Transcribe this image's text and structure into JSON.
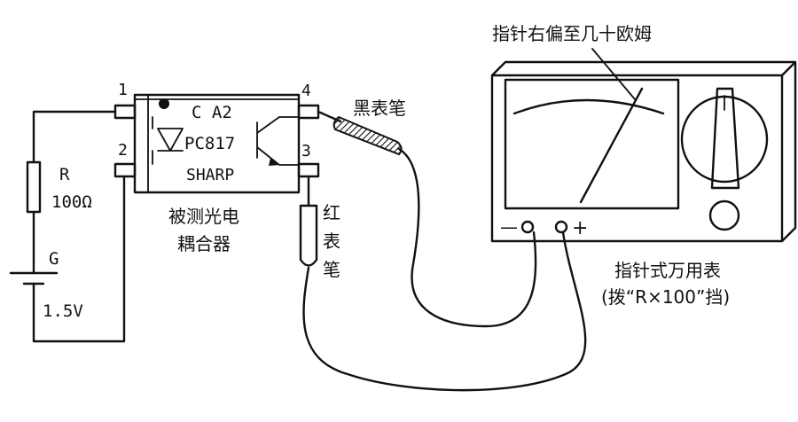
{
  "labels": {
    "pointer_note": "指针右偏至几十欧姆",
    "black_probe": "黑表笔",
    "red_probe": [
      "红",
      "表",
      "笔"
    ],
    "optocoupler_caption": [
      "被测光电",
      "耦合器"
    ],
    "meter_caption": [
      "指针式万用表",
      "(拨“R×100”挡)"
    ],
    "resistor_name": "R",
    "resistor_value": "100Ω",
    "battery_name": "G",
    "battery_value": "1.5V",
    "chip_line1": "C A2",
    "chip_line2": "PC817",
    "chip_line3": "SHARP",
    "pins": [
      "1",
      "2",
      "3",
      "4"
    ],
    "meter_minus": "—",
    "meter_plus": "+"
  }
}
